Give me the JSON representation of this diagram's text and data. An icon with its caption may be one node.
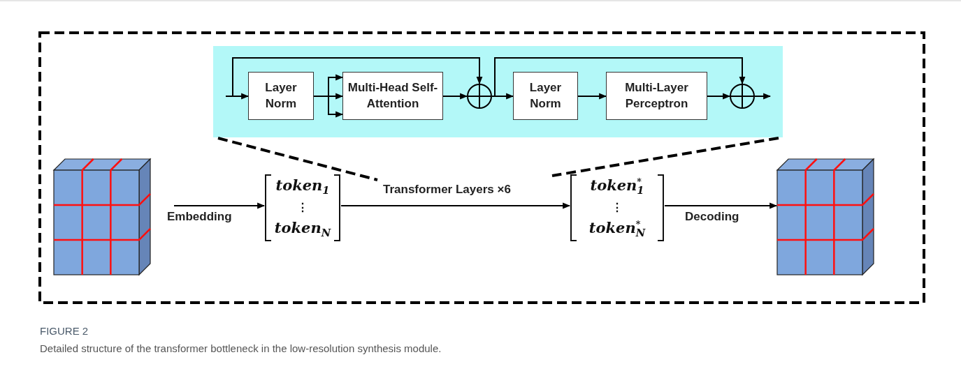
{
  "diagram": {
    "title": "FIGURE 2",
    "caption": "Detailed structure of the transformer bottleneck in the low-resolution synthesis module.",
    "nodes": [
      {
        "text": [],
        "shape": "box"
      },
      {
        "text": [
          "Layer Norm"
        ],
        "in": 0
      },
      {
        "text": [
          "Multi-Head Self-Attention"
        ],
        "in": 0
      },
      {
        "text": [],
        "shape": "circle",
        "in": 0
      },
      {
        "text": [
          "Layer Norm"
        ],
        "in": 0
      },
      {
        "text": [
          "Multi-Layer Perceptron"
        ],
        "in": 0
      },
      {
        "text": [],
        "shape": "circle",
        "in": 0
      },
      {
        "text": [],
        "shape": "cube"
      },
      {
        "text": [
          "token$_{1}$",
          "⋮",
          "token$_{N}$"
        ]
      },
      {
        "text": [
          "token$^{*}$$_{1}$",
          "⋮",
          "token$^{*}$$_{N}$"
        ]
      },
      {
        "text": [],
        "shape": "cube"
      }
    ],
    "edges": [
      {
        "from": null,
        "to": 1,
        "arrow": "to"
      },
      {
        "from": null,
        "to": 3,
        "arrow": "to"
      },
      {
        "from": 1,
        "to": 2,
        "arrow": "to"
      },
      {
        "from": 1,
        "to": 2,
        "arrow": "to"
      },
      {
        "from": 1,
        "to": 2,
        "arrow": "to"
      },
      {
        "from": 2,
        "to": 3,
        "arrow": "to"
      },
      {
        "from": 3,
        "to": 4,
        "arrow": "to"
      },
      {
        "from": 3,
        "to": 6,
        "arrow": "to"
      },
      {
        "from": 4,
        "to": 5,
        "arrow": "to"
      },
      {
        "from": 5,
        "to": 6,
        "arrow": "to"
      },
      {
        "from": 6,
        "to": null,
        "arrow": "to"
      },
      {
        "from": 7,
        "to": 8,
        "arrow": "to",
        "label": "Embedding"
      },
      {
        "from": 8,
        "to": 9,
        "arrow": "to",
        "label": "Transformer Layers ×6"
      },
      {
        "from": 9,
        "to": 10,
        "arrow": "to",
        "label": "Decoding"
      }
    ]
  }
}
